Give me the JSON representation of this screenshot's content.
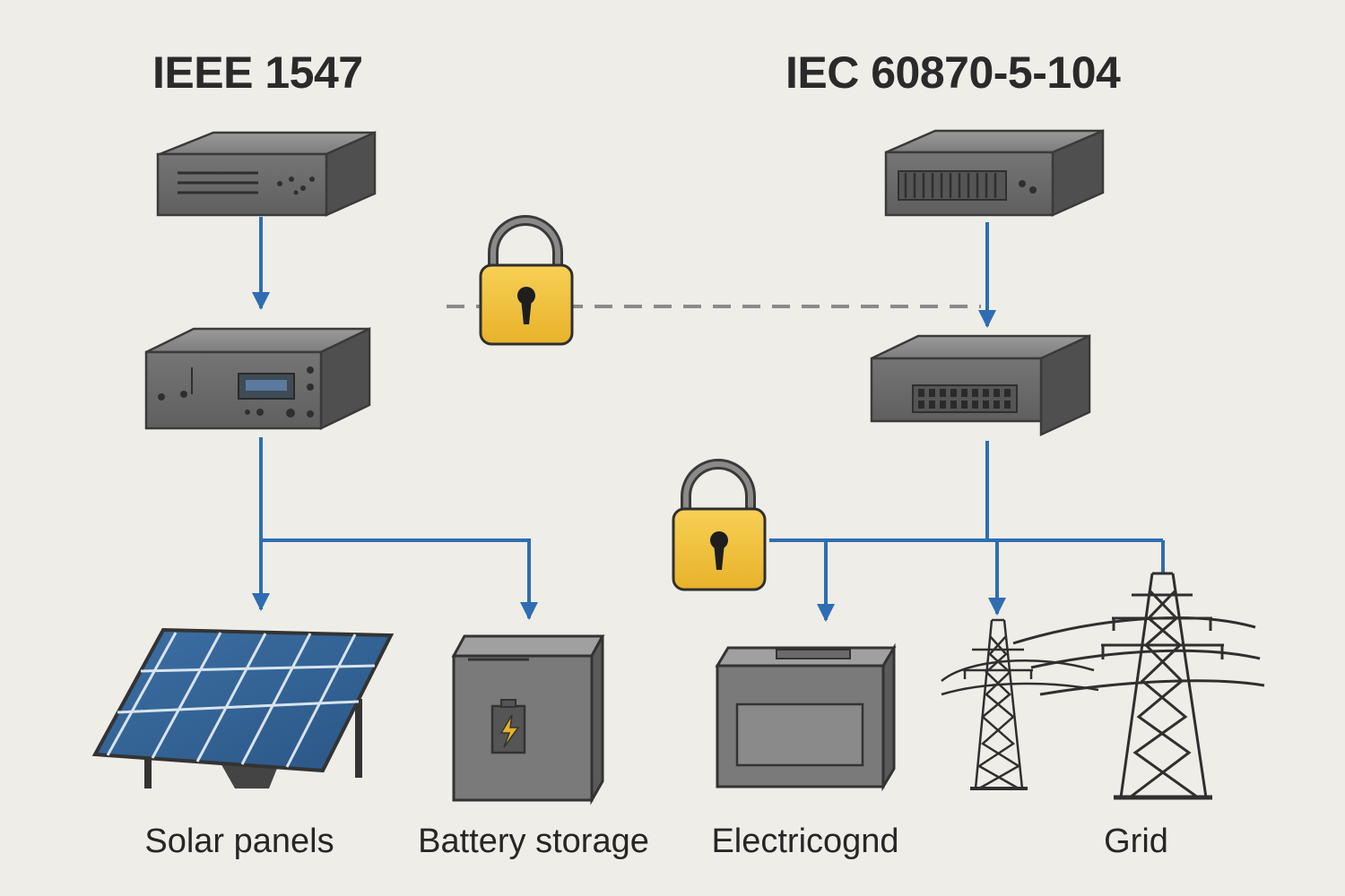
{
  "titles": {
    "left_protocol": "IEEE 1547",
    "right_protocol": "IEC 60870-5-104"
  },
  "labels": {
    "solar": "Solar panels",
    "battery": "Battery storage",
    "electric": "Electricognd",
    "grid": "Grid"
  },
  "colors": {
    "background": "#efede8",
    "connector": "#2f6db3",
    "secure_link": "#8a8a8a",
    "lock": "#f2c23a",
    "device": "#666666"
  },
  "icons": [
    "padlock-icon",
    "solar-panel-icon",
    "battery-bolt-icon",
    "transmission-tower-icon"
  ]
}
